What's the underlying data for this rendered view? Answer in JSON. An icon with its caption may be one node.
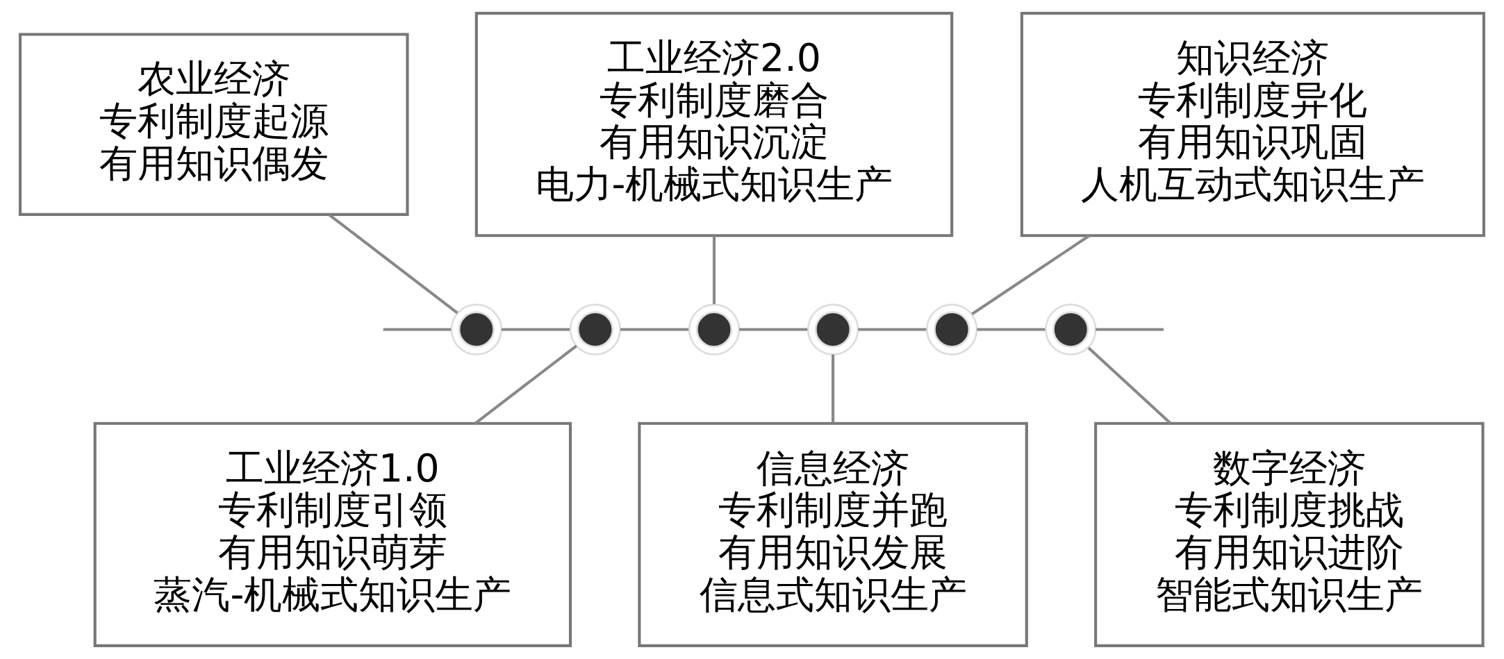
{
  "diagram": {
    "nodes": [
      {
        "text": [
          "农业经济",
          "专利制度起源",
          "有用知识偶发"
        ]
      },
      {
        "text": [
          "工业经济1.0",
          "专利制度引领",
          "有用知识萌芽",
          "蒸汽-机械式知识生产"
        ]
      },
      {
        "text": [
          "工业经济2.0",
          "专利制度磨合",
          "有用知识沉淀",
          "电力-机械式知识生产"
        ]
      },
      {
        "text": [
          "信息经济",
          "专利制度并跑",
          "有用知识发展",
          "信息式知识生产"
        ]
      },
      {
        "text": [
          "知识经济",
          "专利制度异化",
          "有用知识巩固",
          "人机互动式知识生产"
        ]
      },
      {
        "text": [
          "数字经济",
          "专利制度挑战",
          "有用知识进阶",
          "智能式知识生产"
        ]
      },
      {
        "text": [],
        "shape": "circle"
      },
      {
        "text": [],
        "shape": "circle"
      },
      {
        "text": [],
        "shape": "circle"
      },
      {
        "text": [],
        "shape": "circle"
      },
      {
        "text": [],
        "shape": "circle"
      },
      {
        "text": [],
        "shape": "circle"
      }
    ],
    "edges": [
      {
        "from": 0,
        "to": 6,
        "arrow": "none"
      },
      {
        "from": 7,
        "to": 1,
        "arrow": "none"
      },
      {
        "from": 2,
        "to": 8,
        "arrow": "none"
      },
      {
        "from": 9,
        "to": 3,
        "arrow": "none"
      },
      {
        "from": 4,
        "to": 10,
        "arrow": "none"
      },
      {
        "from": 11,
        "to": 5,
        "arrow": "none"
      },
      {
        "from": null,
        "to": 6,
        "arrow": "none"
      },
      {
        "from": 6,
        "to": 7,
        "arrow": "none"
      },
      {
        "from": 7,
        "to": 8,
        "arrow": "none"
      },
      {
        "from": 8,
        "to": 9,
        "arrow": "none"
      },
      {
        "from": 9,
        "to": 10,
        "arrow": "none"
      },
      {
        "from": 10,
        "to": 11,
        "arrow": "none"
      },
      {
        "from": 11,
        "to": null,
        "arrow": "none"
      }
    ]
  }
}
